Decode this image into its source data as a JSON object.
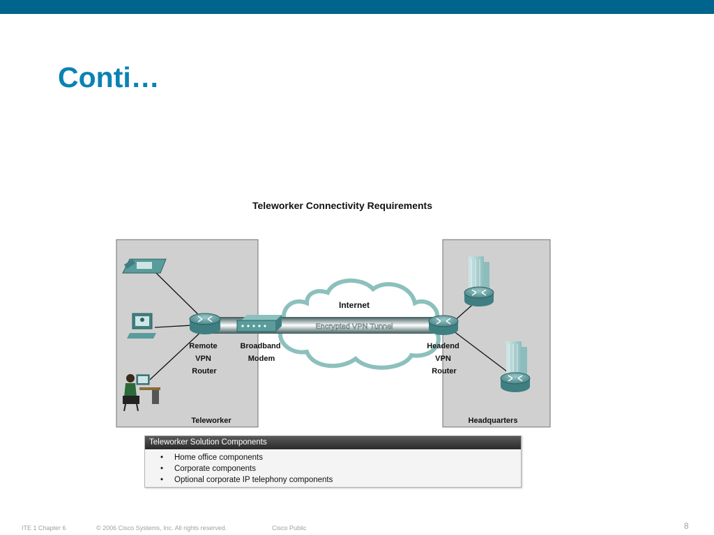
{
  "slide": {
    "title": "Conti…",
    "accent_color": "#00648c",
    "title_color": "#0a82b4"
  },
  "diagram": {
    "title": "Teleworker Connectivity Requirements",
    "panels": {
      "left_label": "Teleworker",
      "right_label": "Headquarters"
    },
    "nodes": {
      "remote_router": [
        "Remote",
        "VPN",
        "Router"
      ],
      "modem": [
        "Broadband",
        "Modem"
      ],
      "headend_router": [
        "Headend",
        "VPN",
        "Router"
      ]
    },
    "cloud_label": "Internet",
    "tunnel_label": "Encrypted VPN Tunnel",
    "icons": [
      "ip-phone-icon",
      "video-phone-icon",
      "teleworker-pc-icon",
      "router-icon",
      "modem-icon",
      "building-icon",
      "cloud-icon"
    ]
  },
  "legend": {
    "header": "Teleworker Solution Components",
    "items": [
      "Home office components",
      "Corporate components",
      "Optional corporate IP telephony components"
    ]
  },
  "footer": {
    "chapter": "ITE 1 Chapter 6",
    "copyright": "© 2006 Cisco Systems, Inc. All rights reserved.",
    "classification": "Cisco Public",
    "page_number": "8"
  }
}
